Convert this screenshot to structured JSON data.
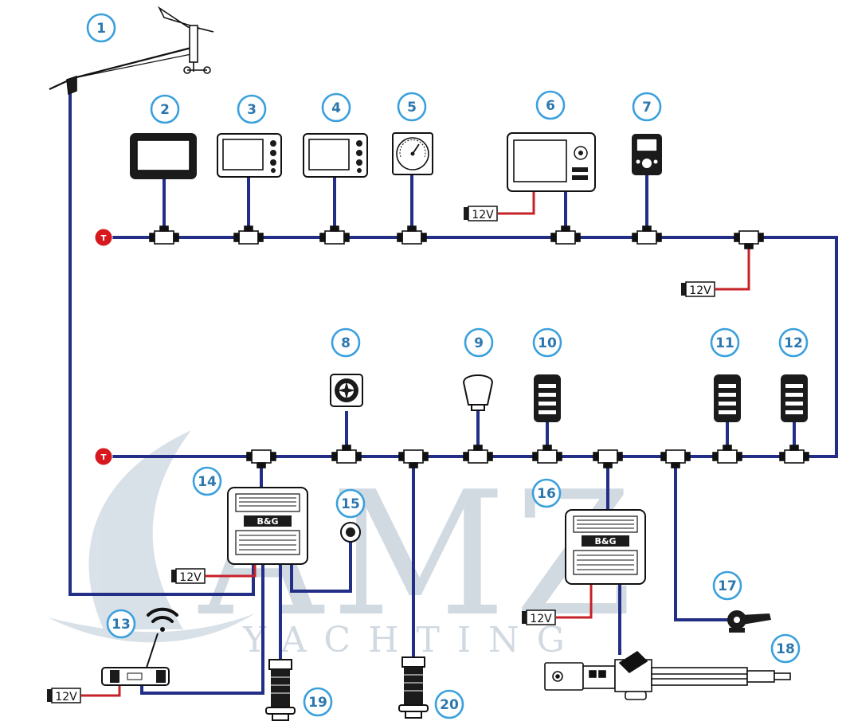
{
  "watermark": {
    "main": "AMZ",
    "sub": "YACHTING"
  },
  "callouts": [
    "1",
    "2",
    "3",
    "4",
    "5",
    "6",
    "7",
    "8",
    "9",
    "10",
    "11",
    "12",
    "13",
    "14",
    "15",
    "16",
    "17",
    "18",
    "19",
    "20"
  ],
  "power_label": "12V",
  "terminator_label": "T",
  "brand_label": "B&G",
  "colors": {
    "backbone": "#232f86",
    "power": "#c62127",
    "callout": "#3aa0dd",
    "terminator": "#d7191f",
    "watermark": "#c9d3dc"
  }
}
